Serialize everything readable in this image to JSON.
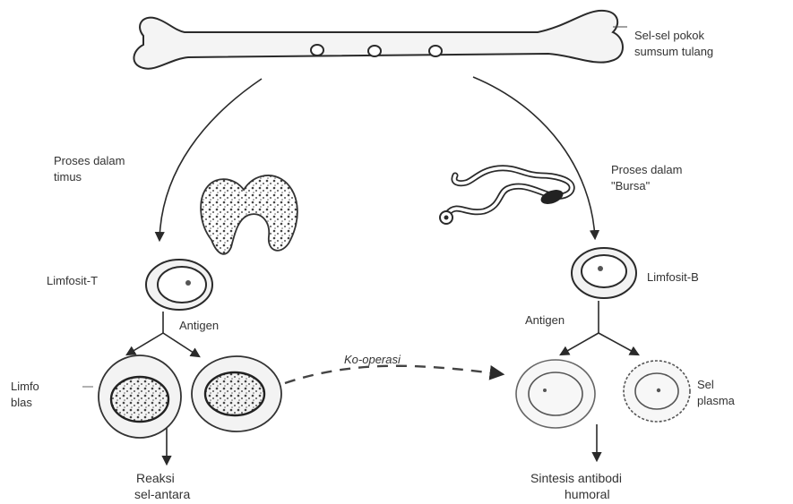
{
  "labels": {
    "bone_marrow_line1": "Sel-sel pokok",
    "bone_marrow_line2": "sumsum tulang",
    "thymus_process_line1": "Proses dalam",
    "thymus_process_line2": "timus",
    "bursa_process_line1": "Proses dalam",
    "bursa_process_line2": "\"Bursa\"",
    "t_lymphocyte": "Limfosit-T",
    "b_lymphocyte": "Limfosit-B",
    "antigen_left": "Antigen",
    "antigen_right": "Antigen",
    "lymphoblast_line1": "Limfo",
    "lymphoblast_line2": "blas",
    "cooperation": "Ko-operasi",
    "plasma_cell_line1": "Sel",
    "plasma_cell_line2": "plasma",
    "cell_reaction_line1": "Reaksi",
    "cell_reaction_line2": "sel-antara",
    "antibody_synthesis_line1": "Sintesis antibodi",
    "antibody_synthesis_line2": "humoral"
  },
  "colors": {
    "ink": "#2a2a2a",
    "cell_fill": "#f2f2f2",
    "nucleus": "#555555"
  }
}
